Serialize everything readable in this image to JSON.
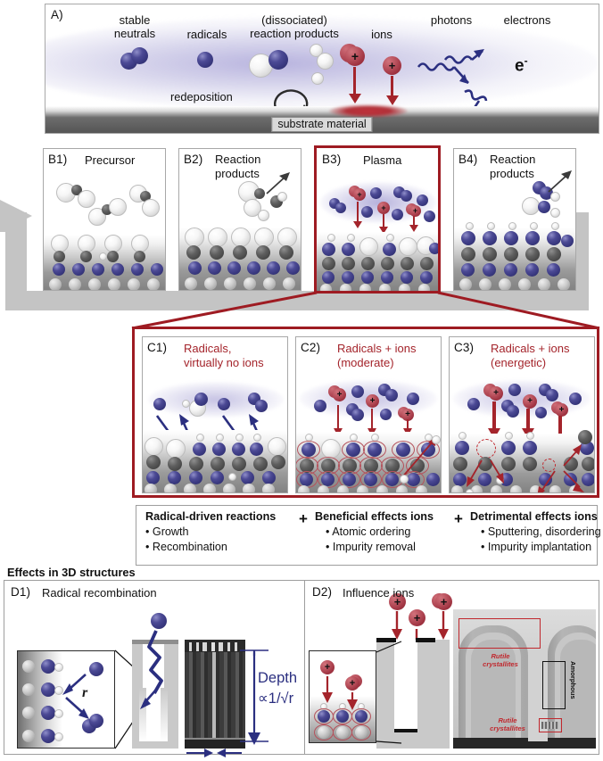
{
  "figure": {
    "panelA": {
      "label": "A)",
      "species": [
        "stable\nneutrals",
        "radicals",
        "(dissociated)\nreaction products",
        "ions",
        "photons",
        "electrons"
      ],
      "stable_neutrals": "stable neutrals",
      "radicals": "radicals",
      "dissociated": "(dissociated)",
      "reaction_products": "reaction products",
      "ions": "ions",
      "photons": "photons",
      "electrons": "electrons",
      "electron_symbol": "e",
      "electron_charge": "-",
      "redeposition": "redeposition",
      "substrate": "substrate material",
      "ion_charge": "+"
    },
    "panelB": [
      {
        "label": "B1)",
        "title": "Precursor"
      },
      {
        "label": "B2)",
        "title_line1": "Reaction",
        "title_line2": "products"
      },
      {
        "label": "B3)",
        "title": "Plasma"
      },
      {
        "label": "B4)",
        "title_line1": "Reaction",
        "title_line2": "products"
      }
    ],
    "panelC": [
      {
        "label": "C1)",
        "title_line1": "Radicals,",
        "title_line2": "virtually no ions"
      },
      {
        "label": "C2)",
        "title_line1": "Radicals + ions",
        "title_line2": "(moderate)"
      },
      {
        "label": "C3)",
        "title_line1": "Radicals + ions",
        "title_line2": "(energetic)"
      }
    ],
    "effects_table": {
      "plus1": "+",
      "plus2": "+",
      "columns": [
        {
          "heading": "Radical-driven reactions",
          "items": [
            "• Growth",
            "• Recombination"
          ]
        },
        {
          "heading": "Beneficial effects ions",
          "items": [
            "• Atomic ordering",
            "• Impurity removal"
          ]
        },
        {
          "heading": "Detrimental effects ions",
          "items": [
            "• Sputtering, disordering",
            "• Impurity implantation"
          ]
        }
      ]
    },
    "panelD": {
      "section_title": "Effects in 3D structures",
      "d1": {
        "label": "D1)",
        "title": "Radical recombination",
        "r_symbol": "r",
        "depth_label": "Depth",
        "depth_relation": "∝1/√r"
      },
      "d2": {
        "label": "D2)",
        "title": "Influence ions",
        "ion_charge": "+",
        "tem_labels": {
          "rutile_top_line1": "Rutile",
          "rutile_top_line2": "crystallites",
          "rutile_bottom_line1": "Rutile",
          "rutile_bottom_line2": "crystallites",
          "amorphous": "Amorphous"
        }
      }
    },
    "colors": {
      "radical_blue": "#3b3a82",
      "ion_red": "#9e3240",
      "accent_red": "#a4242b",
      "plasma_violet": "#7e76c4",
      "substrate_grey": "#555555",
      "arrow_grey": "#c4c4c4",
      "text_dark": "#111111"
    }
  }
}
